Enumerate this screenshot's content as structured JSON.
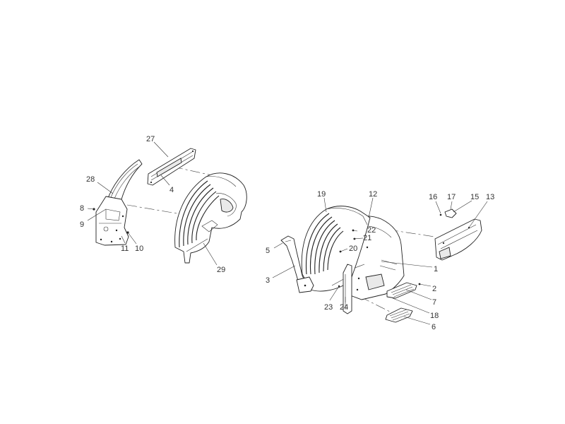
{
  "diagram": {
    "callouts": [
      {
        "id": "c1",
        "text": "1"
      },
      {
        "id": "c2",
        "text": "2"
      },
      {
        "id": "c3",
        "text": "3"
      },
      {
        "id": "c4",
        "text": "4"
      },
      {
        "id": "c5",
        "text": "5"
      },
      {
        "id": "c6",
        "text": "6"
      },
      {
        "id": "c7",
        "text": "7"
      },
      {
        "id": "c8",
        "text": "8"
      },
      {
        "id": "c9",
        "text": "9"
      },
      {
        "id": "c10",
        "text": "10"
      },
      {
        "id": "c11",
        "text": "11"
      },
      {
        "id": "c12",
        "text": "12"
      },
      {
        "id": "c13",
        "text": "13"
      },
      {
        "id": "c15",
        "text": "15"
      },
      {
        "id": "c16",
        "text": "16"
      },
      {
        "id": "c17",
        "text": "17"
      },
      {
        "id": "c18",
        "text": "18"
      },
      {
        "id": "c19",
        "text": "19"
      },
      {
        "id": "c20",
        "text": "20"
      },
      {
        "id": "c21",
        "text": "21"
      },
      {
        "id": "c22",
        "text": "22"
      },
      {
        "id": "c23",
        "text": "23"
      },
      {
        "id": "c24",
        "text": "24"
      },
      {
        "id": "c27",
        "text": "27"
      },
      {
        "id": "c28",
        "text": "28"
      },
      {
        "id": "c29",
        "text": "29"
      }
    ]
  }
}
